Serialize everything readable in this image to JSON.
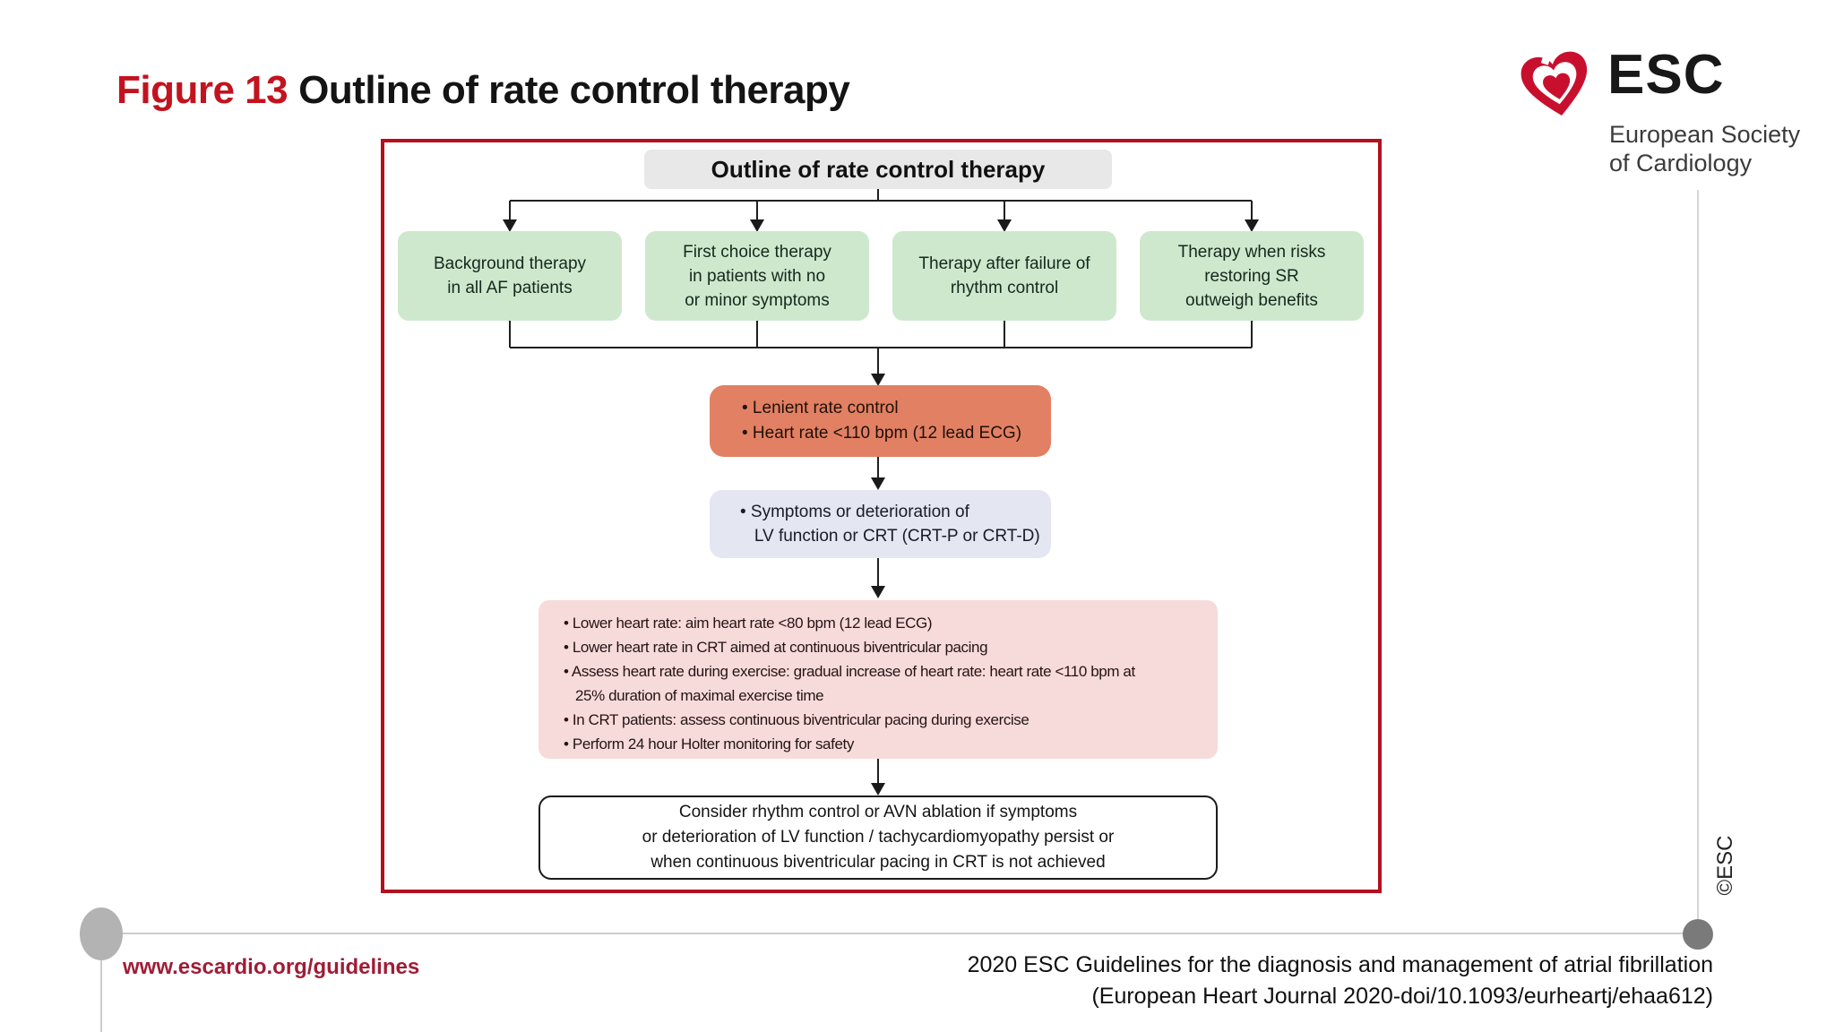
{
  "header": {
    "figure_label": "Figure 13",
    "title": "Outline of rate control therapy"
  },
  "logo": {
    "acronym": "ESC",
    "subtitle": "European Society\nof Cardiology",
    "brand_red": "#c8102e"
  },
  "flowchart": {
    "title": "Outline of rate control therapy",
    "branch_boxes": [
      {
        "text": "Background therapy\nin all AF patients"
      },
      {
        "text": "First choice therapy\nin patients with no\nor minor symptoms"
      },
      {
        "text": "Therapy after failure of\nrhythm control"
      },
      {
        "text": "Therapy when risks\nrestoring SR\noutweigh benefits"
      }
    ],
    "lenient_box": {
      "bullets": [
        "• Lenient rate control",
        "• Heart rate <110 bpm (12 lead ECG)"
      ]
    },
    "symptoms_box": {
      "text": "• Symptoms or deterioration of\n   LV function or CRT (CRT-P or CRT-D)"
    },
    "management_box": {
      "bullets": [
        "• Lower heart rate: aim heart rate <80 bpm (12 lead ECG)",
        "• Lower heart rate in CRT aimed at continuous biventricular pacing",
        "• Assess heart rate during exercise: gradual increase of heart rate: heart rate <110 bpm at\n   25% duration of maximal exercise time",
        "• In CRT patients: assess continuous biventricular pacing during exercise",
        "• Perform 24 hour Holter monitoring for safety"
      ]
    },
    "consider_box": {
      "text": "Consider rhythm control or AVN ablation if symptoms\nor deterioration of LV function / tachycardiomyopathy persist or\nwhen continuous biventricular pacing in CRT is not achieved"
    },
    "colors": {
      "frame_red": "#b4101e",
      "header_gray": "#e8e8e8",
      "branch_green": "#cee8ce",
      "lenient_salmon": "#e28063",
      "symptoms_lavender": "#e4e6f2",
      "management_pink": "#f7dbdb"
    }
  },
  "footer": {
    "website": "www.escardio.org/guidelines",
    "reference_line1": "2020 ESC Guidelines for the diagnosis and management of atrial fibrillation",
    "reference_line2": "(European Heart Journal 2020-doi/10.1093/eurheartj/ehaa612)",
    "copyright": "©ESC"
  }
}
